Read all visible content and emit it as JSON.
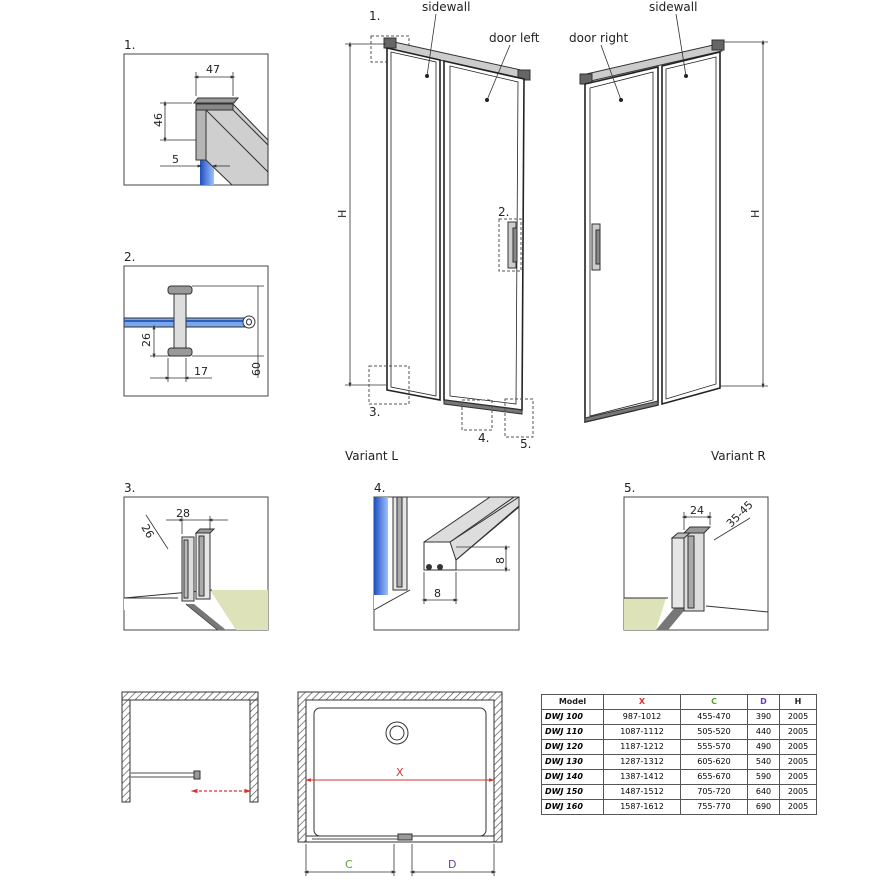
{
  "callouts": {
    "c1": "1.",
    "c2": "2.",
    "c3": "3.",
    "c4": "4.",
    "c5": "5."
  },
  "labels": {
    "sidewall": "sidewall",
    "door_left": "door left",
    "door_right": "door right",
    "variant_l": "Variant L",
    "variant_r": "Variant R",
    "height": "H",
    "x": "X",
    "c": "C",
    "d": "D"
  },
  "dimensions": {
    "d1_width": "47",
    "d1_height": "46",
    "d1_gap": "5",
    "d2_a": "26",
    "d2_b": "17",
    "d2_c": "60",
    "d3_a": "26",
    "d3_b": "28",
    "d4_a": "8",
    "d4_b": "8",
    "d5_a": "24",
    "d5_b": "35-45"
  },
  "colors": {
    "x": "#e03030",
    "c": "#5aa02c",
    "d": "#6a3fa0",
    "glass_blue": "#3a6fd0",
    "floor_green": "#dde2b8"
  },
  "table": {
    "headers": [
      "Model",
      "X",
      "C",
      "D",
      "H"
    ],
    "rows": [
      [
        "DWJ 100",
        "987-1012",
        "455-470",
        "390",
        "2005"
      ],
      [
        "DWJ 110",
        "1087-1112",
        "505-520",
        "440",
        "2005"
      ],
      [
        "DWJ 120",
        "1187-1212",
        "555-570",
        "490",
        "2005"
      ],
      [
        "DWJ 130",
        "1287-1312",
        "605-620",
        "540",
        "2005"
      ],
      [
        "DWJ 140",
        "1387-1412",
        "655-670",
        "590",
        "2005"
      ],
      [
        "DWJ 150",
        "1487-1512",
        "705-720",
        "640",
        "2005"
      ],
      [
        "DWJ 160",
        "1587-1612",
        "755-770",
        "690",
        "2005"
      ]
    ]
  }
}
